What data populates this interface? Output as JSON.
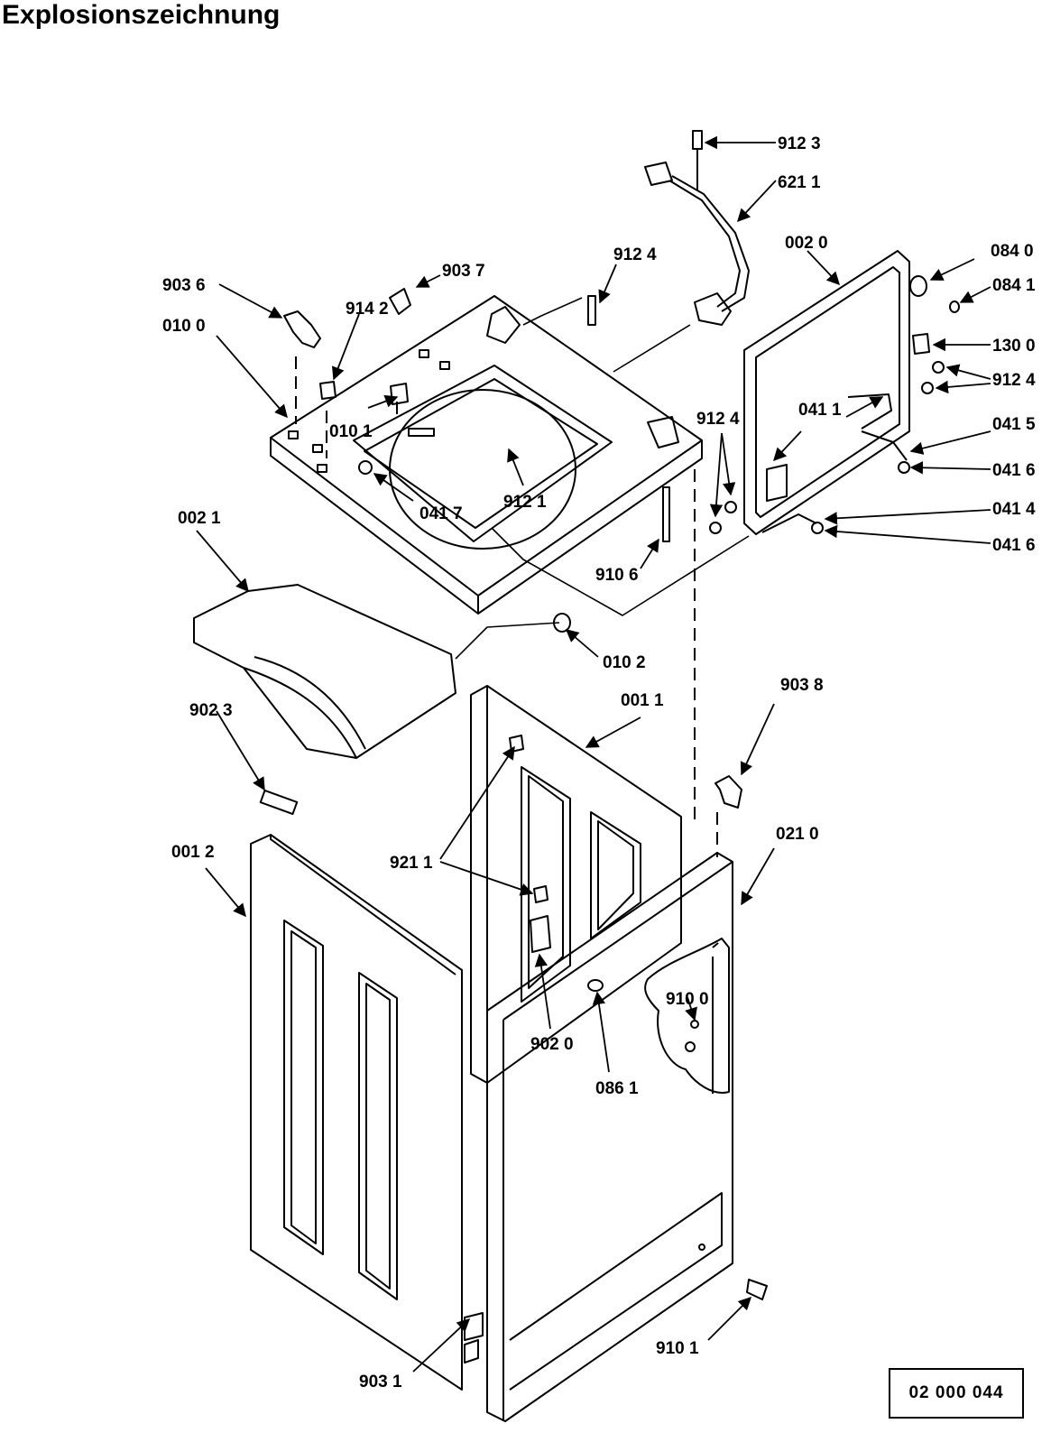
{
  "title": "Explosionszeichnung",
  "document_number": "02 000 044",
  "part_labels": {
    "p9123": "912 3",
    "p6211": "621 1",
    "p0020": "002 0",
    "p0840": "084 0",
    "p0841": "084 1",
    "p1300": "130 0",
    "p9124_right": "912 4",
    "p0415": "041 5",
    "p0416_top": "041 6",
    "p0414": "041 4",
    "p0416_bottom": "041 6",
    "p0411": "041 1",
    "p9124_mid": "912 4",
    "p9124_top": "912 4",
    "p9037": "903 7",
    "p9036": "903 6",
    "p0100": "010 0",
    "p9142": "914 2",
    "p0101": "010 1",
    "p0417": "041 7",
    "p9121": "912 1",
    "p9106": "910 6",
    "p0021": "002 1",
    "p0102": "010 2",
    "p0011": "001 1",
    "p9038": "903 8",
    "p9023": "902 3",
    "p0210": "021 0",
    "p0012": "001 2",
    "p9211": "921 1",
    "p9100": "910 0",
    "p9020": "902 0",
    "p0861": "086 1",
    "p9101": "910 1",
    "p9031": "903 1"
  }
}
